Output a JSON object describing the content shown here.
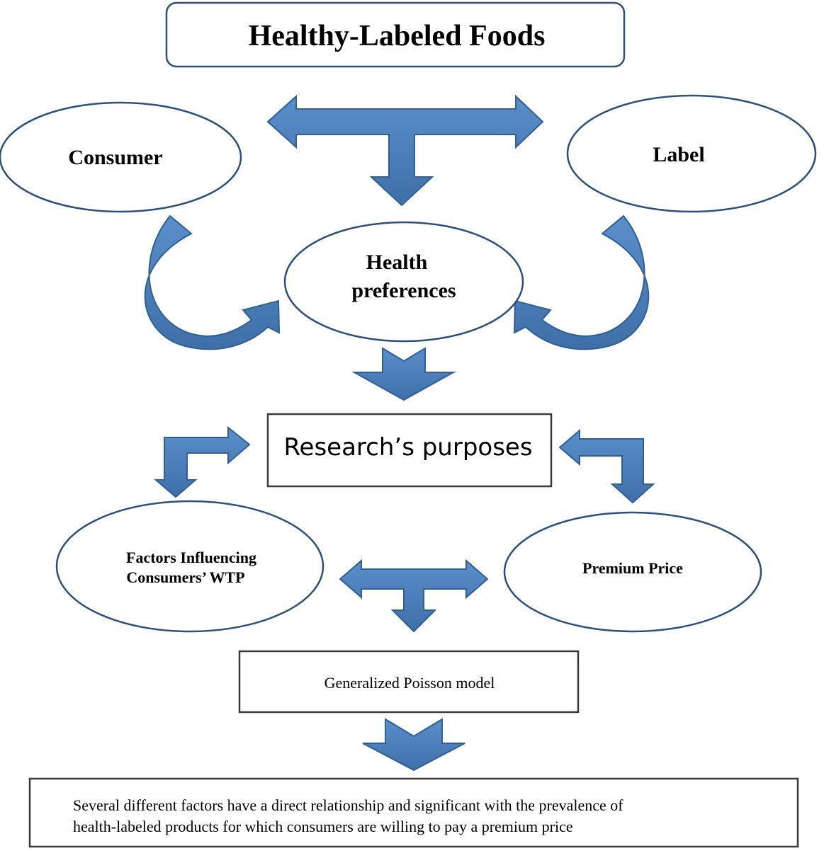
{
  "diagram": {
    "title": "Healthy-Labeled Foods",
    "nodes": {
      "consumer": "Consumer",
      "label": "Label",
      "health_line1": "Health",
      "health_line2": "preferences",
      "research": "Research’s purposes",
      "factors_line1": "Factors Influencing",
      "factors_line2": "Consumers’ WTP",
      "premium": "Premium Price",
      "model": "Generalized Poisson model",
      "conclusion_line1": "Several different factors have a direct relationship and significant with the prevalence of",
      "conclusion_line2": "health-labeled products for which consumers are willing to pay a premium price"
    }
  },
  "colors": {
    "arrow_fill": "#4f81bd",
    "arrow_stroke": "#2f5f93",
    "ellipse_stroke": "#2c4f7c",
    "box_stroke": "#3a3a3a"
  }
}
